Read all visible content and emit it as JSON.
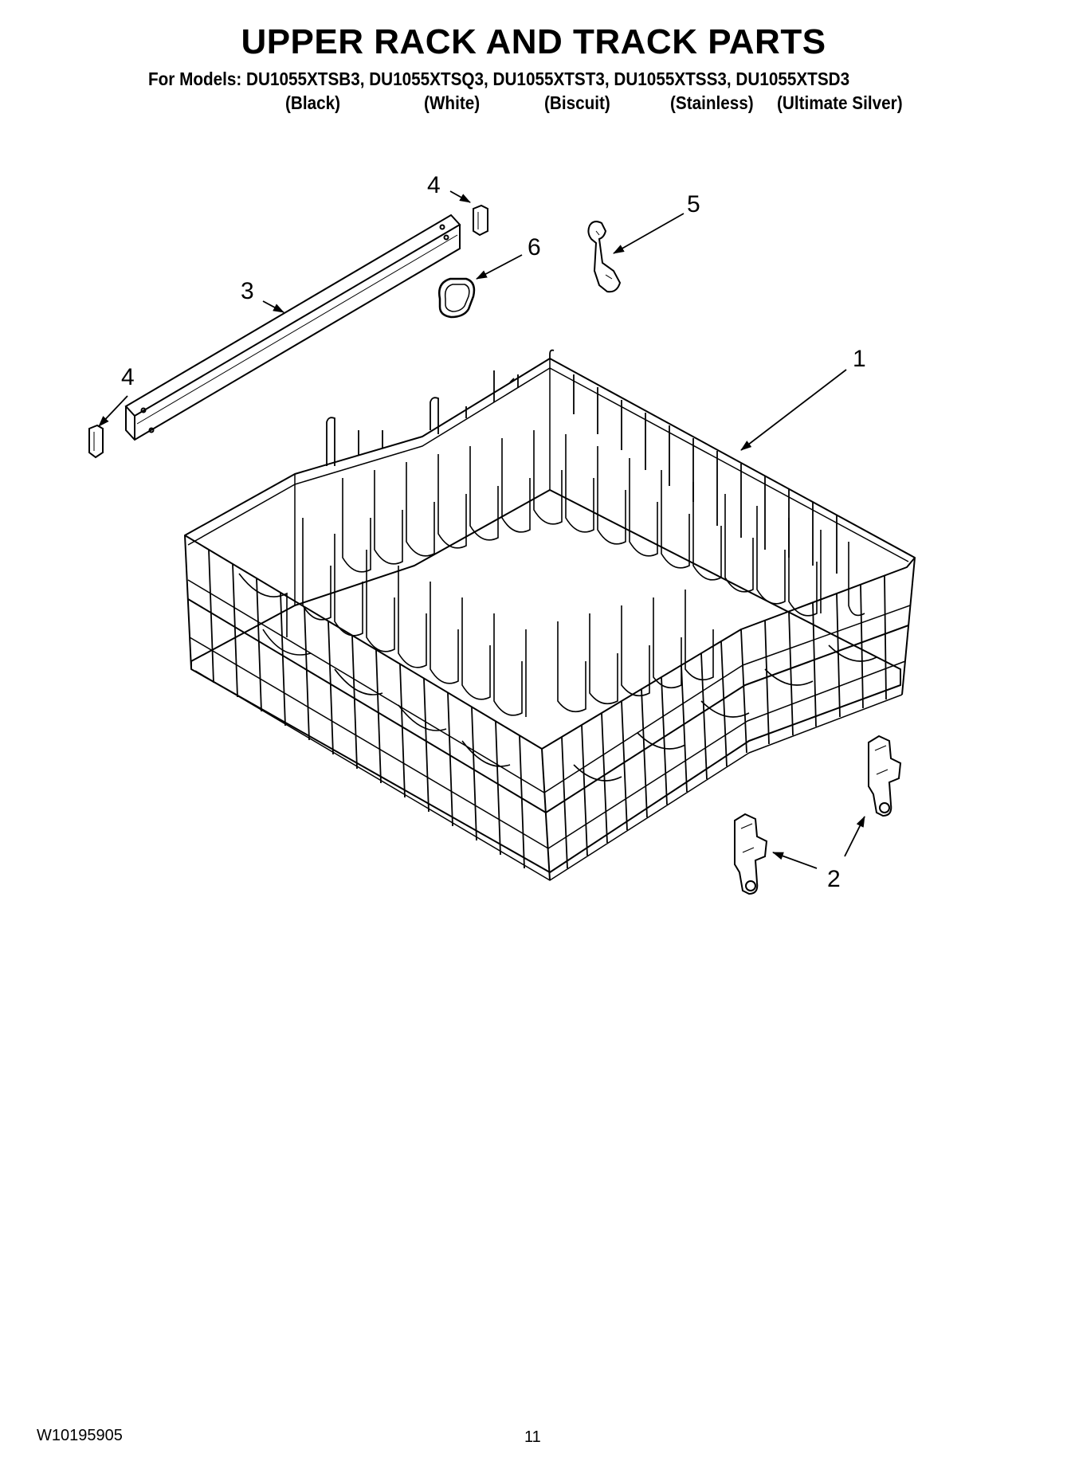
{
  "header": {
    "title": "UPPER RACK AND TRACK PARTS",
    "models_line": "For Models: DU1055XTSB3, DU1055XTSQ3, DU1055XTST3, DU1055XTSS3, DU1055XTSD3",
    "colors": [
      "(Black)",
      "(White)",
      "(Biscuit)",
      "(Stainless)",
      "(Ultimate Silver)"
    ]
  },
  "callouts": {
    "c1": "1",
    "c2": "2",
    "c3": "3",
    "c4a": "4",
    "c4b": "4",
    "c5": "5",
    "c6": "6"
  },
  "footer": {
    "doc_number": "W10195905",
    "page_number": "11"
  }
}
